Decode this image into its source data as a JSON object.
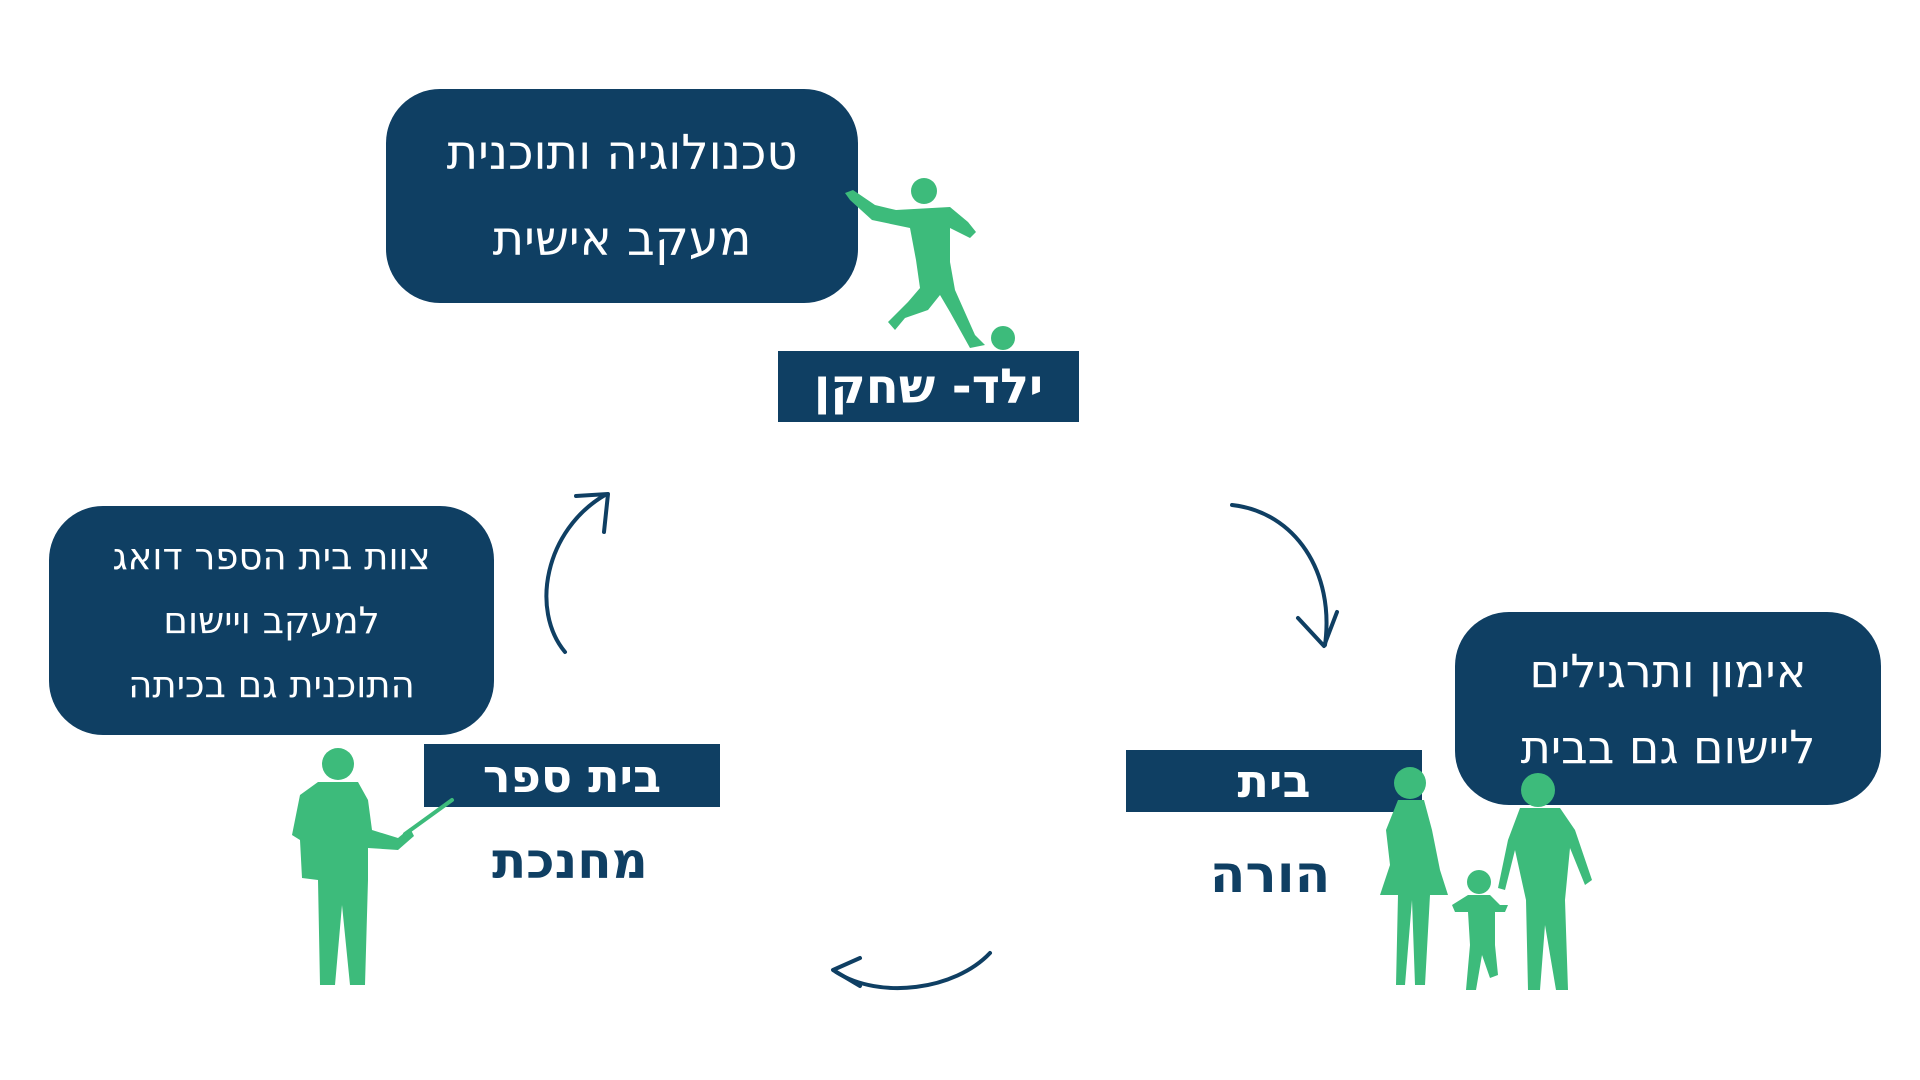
{
  "colors": {
    "navy": "#0f3f63",
    "green": "#3dbb7b",
    "white": "#ffffff"
  },
  "top": {
    "bubble_lines": [
      "טכנולוגיה ותוכנית",
      "מעקב אישית"
    ],
    "label": "ילד- שחקן",
    "icon": "soccer-player-icon"
  },
  "right": {
    "bubble_lines": [
      "אימון ותרגילים",
      "ליישום גם בבית"
    ],
    "label": "בית",
    "sub_label": "הורה",
    "icon": "family-icon"
  },
  "left": {
    "bubble_lines": [
      "צוות בית הספר דואג",
      "למעקב ויישום",
      "התוכנית גם בכיתה"
    ],
    "label": "בית ספר",
    "sub_label": "מחנכת",
    "icon": "teacher-icon"
  },
  "cycle_arrows": [
    "arrow-top-to-right",
    "arrow-right-to-left",
    "arrow-left-to-top"
  ]
}
